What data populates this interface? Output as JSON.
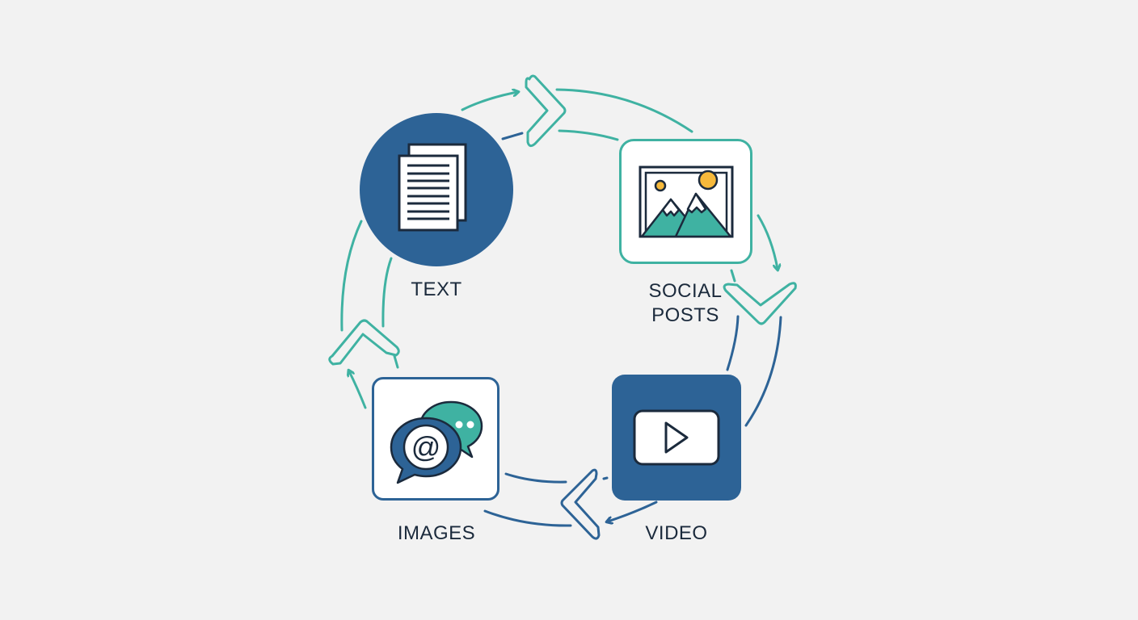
{
  "diagram": {
    "type": "cycle",
    "direction": "clockwise",
    "colors": {
      "background": "#f2f2f2",
      "primary_blue": "#2d6396",
      "teal": "#3fb2a2",
      "dark_outline": "#1b2a3c",
      "sun_yellow": "#f6b93b",
      "white": "#ffffff"
    },
    "nodes": [
      {
        "id": "text",
        "label": "TEXT",
        "icon": "documents-icon",
        "shape": "circle",
        "fill": "#2d6396"
      },
      {
        "id": "social",
        "label": "SOCIAL\nPOSTS",
        "label_line1": "SOCIAL",
        "label_line2": "POSTS",
        "icon": "image-landscape-icon",
        "shape": "rounded-square-outline",
        "stroke": "#3fb2a2"
      },
      {
        "id": "video",
        "label": "VIDEO",
        "icon": "play-button-icon",
        "shape": "rounded-square",
        "fill": "#2d6396"
      },
      {
        "id": "images",
        "label": "IMAGES",
        "icon": "chat-at-bubbles-icon",
        "shape": "rounded-square-outline",
        "stroke": "#2d6396"
      }
    ],
    "connectors": [
      {
        "from": "text",
        "to": "social",
        "chevron": "right",
        "color": "#3fb2a2"
      },
      {
        "from": "social",
        "to": "video",
        "chevron": "down",
        "color": "#3fb2a2"
      },
      {
        "from": "video",
        "to": "images",
        "chevron": "left",
        "color": "#2d6396"
      },
      {
        "from": "images",
        "to": "text",
        "chevron": "up",
        "color": "#3fb2a2"
      }
    ]
  }
}
